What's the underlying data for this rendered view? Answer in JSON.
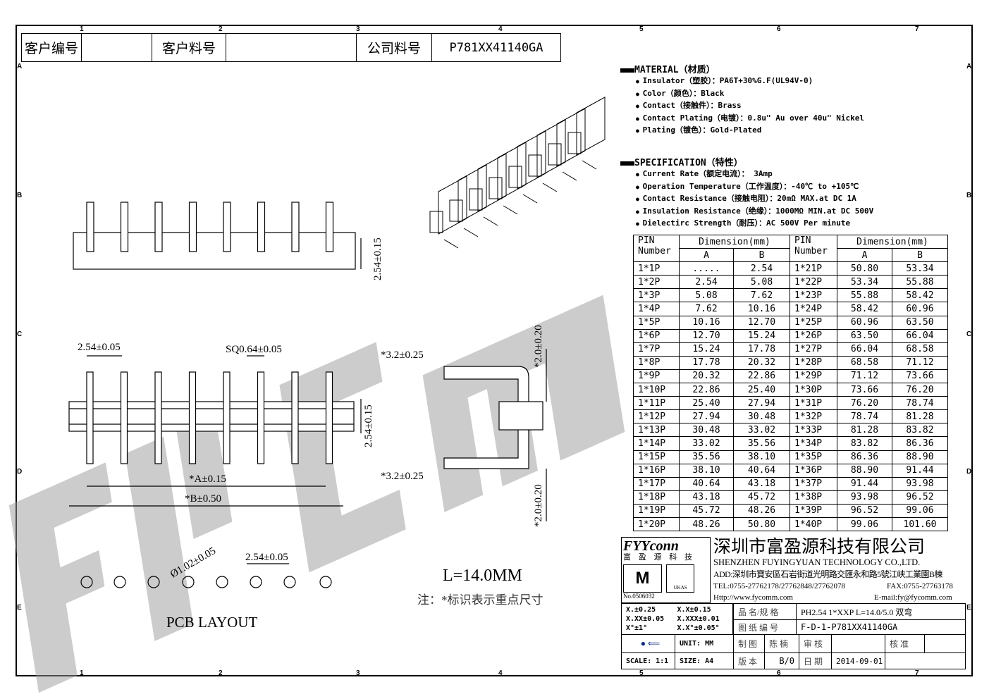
{
  "header": {
    "customer_no_label": "客户编号",
    "customer_part_label": "客户料号",
    "company_part_label": "公司料号",
    "company_part_value": "P781XX41140GA"
  },
  "ruler": {
    "cols": [
      "1",
      "2",
      "3",
      "4",
      "5",
      "6",
      "7"
    ],
    "rows": [
      "A",
      "B",
      "C",
      "D",
      "E"
    ]
  },
  "material": {
    "title": "MATERIAL（材质）",
    "items": [
      "Insulator（塑胶）：PA6T+30%G.F(UL94V-0)",
      "Color（颜色）：Black",
      "Contact（接触件）：Brass",
      "Contact Plating（电镀）：0.8u\" Au  over 40u\" Nickel",
      "Plating（镀色）：Gold-Plated"
    ]
  },
  "specification": {
    "title": "SPECIFICATION（特性）",
    "items": [
      "Current Rate（额定电流）： 3Amp",
      "Operation Temperature（工作温度）：-40℃ to +105℃",
      "Contact Resistance（接触电阻）：20mΩ MAX.at DC 1A",
      "Insulation Resistance（绝缘）：1000MΩ MIN.at DC 500V",
      "Dielectirc Strength（耐压）：AC 500V Per minute"
    ]
  },
  "table": {
    "pin_header": "PIN Number",
    "dim_header": "Dimension(mm)",
    "a": "A",
    "b": "B",
    "rows": [
      [
        "1*1P",
        ".....",
        "2.54",
        "1*21P",
        "50.80",
        "53.34"
      ],
      [
        "1*2P",
        "2.54",
        "5.08",
        "1*22P",
        "53.34",
        "55.88"
      ],
      [
        "1*3P",
        "5.08",
        "7.62",
        "1*23P",
        "55.88",
        "58.42"
      ],
      [
        "1*4P",
        "7.62",
        "10.16",
        "1*24P",
        "58.42",
        "60.96"
      ],
      [
        "1*5P",
        "10.16",
        "12.70",
        "1*25P",
        "60.96",
        "63.50"
      ],
      [
        "1*6P",
        "12.70",
        "15.24",
        "1*26P",
        "63.50",
        "66.04"
      ],
      [
        "1*7P",
        "15.24",
        "17.78",
        "1*27P",
        "66.04",
        "68.58"
      ],
      [
        "1*8P",
        "17.78",
        "20.32",
        "1*28P",
        "68.58",
        "71.12"
      ],
      [
        "1*9P",
        "20.32",
        "22.86",
        "1*29P",
        "71.12",
        "73.66"
      ],
      [
        "1*10P",
        "22.86",
        "25.40",
        "1*30P",
        "73.66",
        "76.20"
      ],
      [
        "1*11P",
        "25.40",
        "27.94",
        "1*31P",
        "76.20",
        "78.74"
      ],
      [
        "1*12P",
        "27.94",
        "30.48",
        "1*32P",
        "78.74",
        "81.28"
      ],
      [
        "1*13P",
        "30.48",
        "33.02",
        "1*33P",
        "81.28",
        "83.82"
      ],
      [
        "1*14P",
        "33.02",
        "35.56",
        "1*34P",
        "83.82",
        "86.36"
      ],
      [
        "1*15P",
        "35.56",
        "38.10",
        "1*35P",
        "86.36",
        "88.90"
      ],
      [
        "1*16P",
        "38.10",
        "40.64",
        "1*36P",
        "88.90",
        "91.44"
      ],
      [
        "1*17P",
        "40.64",
        "43.18",
        "1*37P",
        "91.44",
        "93.98"
      ],
      [
        "1*18P",
        "43.18",
        "45.72",
        "1*38P",
        "93.98",
        "96.52"
      ],
      [
        "1*19P",
        "45.72",
        "48.26",
        "1*39P",
        "96.52",
        "99.06"
      ],
      [
        "1*20P",
        "48.26",
        "50.80",
        "1*40P",
        "99.06",
        "101.60"
      ]
    ]
  },
  "drawing": {
    "dim_height": "2.54±0.15",
    "dim_pitch": "2.54±0.05",
    "dim_sq": "SQ0.64±0.05",
    "dim_a": "*A±0.15",
    "dim_b": "*B±0.50",
    "dim_32_top": "*3.2±0.25",
    "dim_32_bot": "*3.2±0.25",
    "dim_20_top": "*2.0±0.20",
    "dim_20_bot": "*2.0±0.20",
    "dim_hole": "Ø1.02±0.05",
    "dim_pcb_pitch": "2.54±0.05",
    "pcb_label": "PCB  LAYOUT",
    "length": "L=14.0MM",
    "note": "注：*标识表示重点尺寸"
  },
  "watermark": "FYYcomm",
  "company": {
    "logo": "FYYconn",
    "logo_cn": "富 盈 源 科 技",
    "name_cn": "深圳市富盈源科技有限公司",
    "name_en": "SHENZHEN FUYINGYUAN TECHNOLOGY CO.,LTD.",
    "address": "ADD:深圳市寶安區石岩街道光明路交匯永和路5號江峡工業園B棟",
    "tel": "TEL:0755-27762178/27762848/27762078",
    "fax": "FAX:0755-27763178",
    "web": "Http://www.fycomm.com",
    "email": "E-mail:fy@fycomm.com",
    "cert_no": "No.0506032",
    "ukas": "UKAS"
  },
  "titleblock": {
    "tol": [
      "X.±0.25",
      "X.X±0.15",
      "X.XX±0.05",
      "X.XXX±0.01",
      "X°±1°",
      "X.X°±0.05°"
    ],
    "name_label": "品 名/规 格",
    "name_value": "PH2.54  1*XXP L=14.0/5.0 双弯",
    "dwg_label": "图 纸 编 号",
    "dwg_value": "F-D-1-P781XX41140GA",
    "unit": "UNIT:  MM",
    "drawn_label": "制 图",
    "drawn_by": "陈 楠",
    "check_label": "审 核",
    "approve_label": "核 准",
    "scale": "SCALE: 1:1",
    "size": "SIZE: A4",
    "rev_label": "版 本",
    "rev_value": "B/0",
    "date_label": "日 期",
    "date_value": "2014-09-01"
  }
}
